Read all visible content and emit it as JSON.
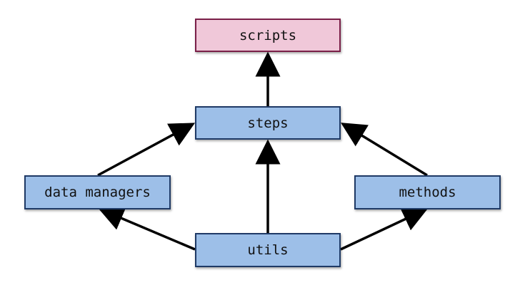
{
  "nodes": {
    "scripts": {
      "label": "scripts"
    },
    "steps": {
      "label": "steps"
    },
    "data_managers": {
      "label": "data managers"
    },
    "methods": {
      "label": "methods"
    },
    "utils": {
      "label": "utils"
    }
  },
  "edges": [
    {
      "from": "steps",
      "to": "scripts"
    },
    {
      "from": "data_managers",
      "to": "steps"
    },
    {
      "from": "methods",
      "to": "steps"
    },
    {
      "from": "utils",
      "to": "steps"
    },
    {
      "from": "utils",
      "to": "data_managers"
    },
    {
      "from": "utils",
      "to": "methods"
    }
  ],
  "colors": {
    "module_fill": "#9dbfe8",
    "module_border": "#1f3a66",
    "entry_fill": "#f0c8d9",
    "entry_border": "#7a1f48",
    "arrow": "#000000"
  }
}
